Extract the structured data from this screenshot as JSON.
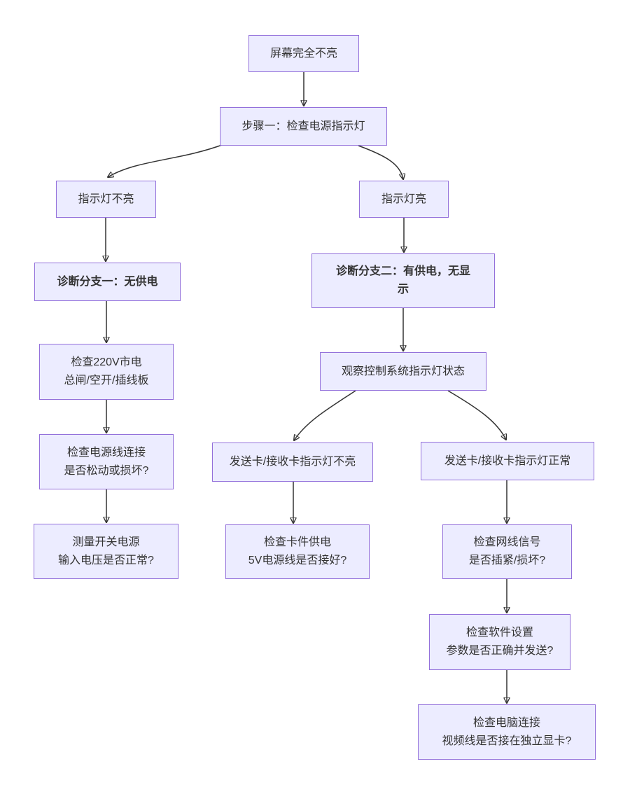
{
  "colors": {
    "node_fill": "#ECECFF",
    "node_border": "#9370DB",
    "edge": "#333333",
    "text": "#333333",
    "background": "#FFFFFF"
  },
  "diagram": {
    "type": "flowchart",
    "nodes": [
      {
        "id": "start",
        "text": "屏幕完全不亮",
        "bold": false
      },
      {
        "id": "step1",
        "text": "步骤一：检查电源指示灯",
        "bold": false
      },
      {
        "id": "led-off",
        "text": "指示灯不亮",
        "bold": false
      },
      {
        "id": "led-on",
        "text": "指示灯亮",
        "bold": false
      },
      {
        "id": "branch1",
        "text": "诊断分支一：无供电",
        "bold": true
      },
      {
        "id": "check-mains",
        "text": "检查220V市电\n总闸/空开/插线板",
        "bold": false
      },
      {
        "id": "check-cord",
        "text": "检查电源线连接\n是否松动或损坏?",
        "bold": false
      },
      {
        "id": "measure-psu",
        "text": "测量开关电源\n输入电压是否正常?",
        "bold": false
      },
      {
        "id": "branch2",
        "text": "诊断分支二：有供电，无显\n示",
        "bold": true
      },
      {
        "id": "observe",
        "text": "观察控制系统指示灯状态",
        "bold": false
      },
      {
        "id": "card-off",
        "text": "发送卡/接收卡指示灯不亮",
        "bold": false
      },
      {
        "id": "card-ok",
        "text": "发送卡/接收卡指示灯正常",
        "bold": false
      },
      {
        "id": "check-card-power",
        "text": "检查卡件供电\n5V电源线是否接好?",
        "bold": false
      },
      {
        "id": "check-cable",
        "text": "检查网线信号\n是否插紧/损坏?",
        "bold": false
      },
      {
        "id": "check-software",
        "text": "检查软件设置\n参数是否正确并发送?",
        "bold": false
      },
      {
        "id": "check-pc",
        "text": "检查电脑连接\n视频线是否接在独立显卡?",
        "bold": false
      }
    ],
    "edges": [
      {
        "from": "start",
        "to": "step1"
      },
      {
        "from": "step1",
        "to": "led-off"
      },
      {
        "from": "step1",
        "to": "led-on"
      },
      {
        "from": "led-off",
        "to": "branch1"
      },
      {
        "from": "branch1",
        "to": "check-mains"
      },
      {
        "from": "check-mains",
        "to": "check-cord"
      },
      {
        "from": "check-cord",
        "to": "measure-psu"
      },
      {
        "from": "led-on",
        "to": "branch2"
      },
      {
        "from": "branch2",
        "to": "observe"
      },
      {
        "from": "observe",
        "to": "card-off"
      },
      {
        "from": "observe",
        "to": "card-ok"
      },
      {
        "from": "card-off",
        "to": "check-card-power"
      },
      {
        "from": "card-ok",
        "to": "check-cable"
      },
      {
        "from": "check-cable",
        "to": "check-software"
      },
      {
        "from": "check-software",
        "to": "check-pc"
      }
    ]
  }
}
